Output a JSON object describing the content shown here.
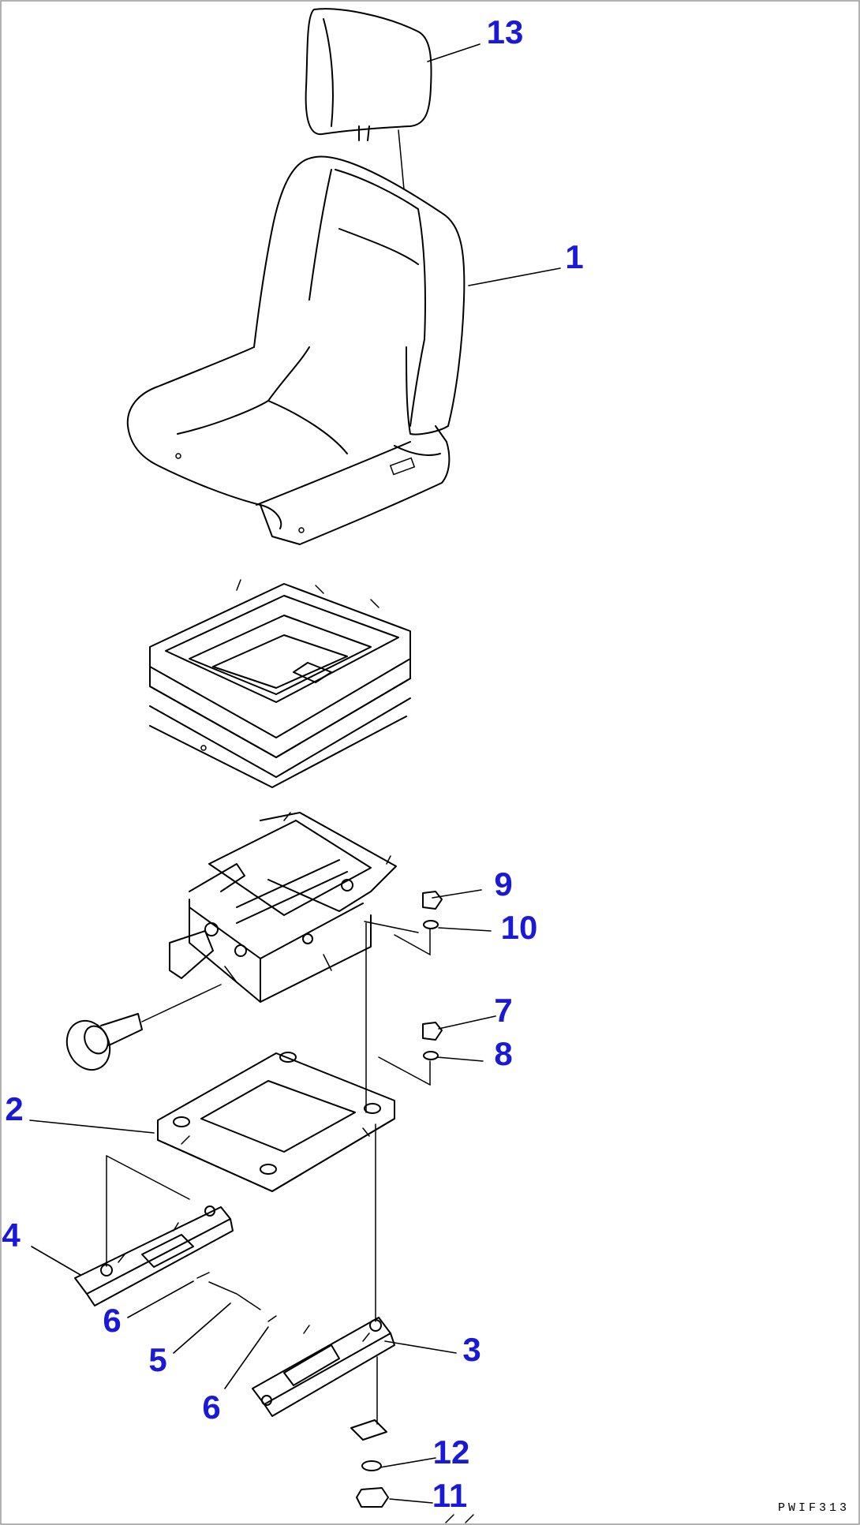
{
  "colors": {
    "callout": "#1a1ad6",
    "line": "#000000",
    "background": "#ffffff"
  },
  "callouts": [
    {
      "id": "c13",
      "label": "13"
    },
    {
      "id": "c1",
      "label": "1"
    },
    {
      "id": "c9",
      "label": "9"
    },
    {
      "id": "c10",
      "label": "10"
    },
    {
      "id": "c7",
      "label": "7"
    },
    {
      "id": "c8",
      "label": "8"
    },
    {
      "id": "c2",
      "label": "2"
    },
    {
      "id": "c4",
      "label": "4"
    },
    {
      "id": "c6a",
      "label": "6"
    },
    {
      "id": "c5",
      "label": "5"
    },
    {
      "id": "c6b",
      "label": "6"
    },
    {
      "id": "c3",
      "label": "3"
    },
    {
      "id": "c12",
      "label": "12"
    },
    {
      "id": "c11",
      "label": "11"
    }
  ],
  "drawing_code": "PWIF313"
}
